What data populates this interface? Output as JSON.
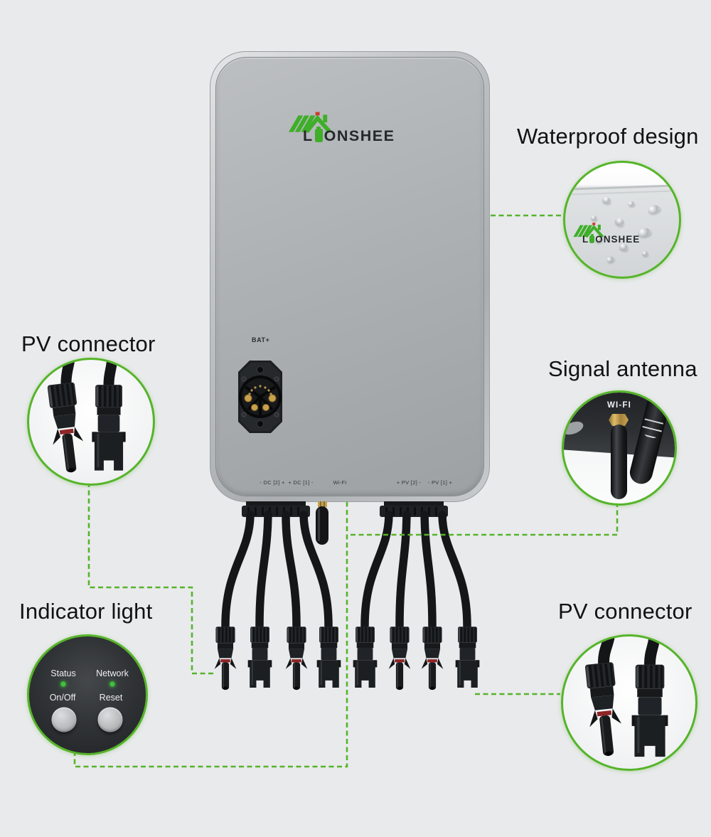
{
  "page": {
    "background": "#e9eaec"
  },
  "colors": {
    "accent_green": "#56b42a",
    "logo_green": "#3fae29",
    "led_green": "#3ec23b",
    "device_gray": "#b2b5b8",
    "title_color": "#121212"
  },
  "device": {
    "brand_prefix": "L",
    "brand_suffix": "ONSHEE",
    "bat_label": "BAT+",
    "port_labels": [
      "- DC [2] +",
      "+ DC [1] -",
      "Wi-Fi",
      "+ PV [2] -",
      "- PV [1] +"
    ]
  },
  "callouts": {
    "waterproof": {
      "title": "Waterproof design"
    },
    "pv_left": {
      "title": "PV connector"
    },
    "antenna": {
      "title": "Signal antenna",
      "zoom_label": "WI-FI"
    },
    "indicator": {
      "title": "Indicator light",
      "status": "Status",
      "network": "Network",
      "onoff": "On/Off",
      "reset": "Reset"
    },
    "pv_right": {
      "title": "PV connector"
    }
  }
}
